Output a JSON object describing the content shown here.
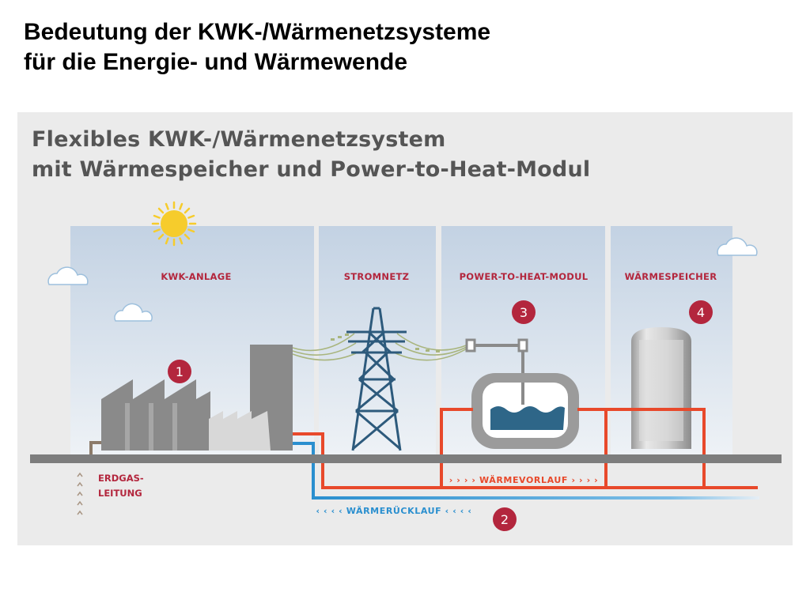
{
  "slide": {
    "title_line1": "Bedeutung der KWK-/Wärmenetzsysteme",
    "title_line2": "für die Energie- und Wärmewende"
  },
  "figure": {
    "title_line1": "Flexibles KWK-/Wärmenetzsystem",
    "title_line2": "mit Wärmespeicher und Power-to-Heat-Modul",
    "sections": [
      {
        "label": "KWK-ANLAGE"
      },
      {
        "label": "STROMNETZ"
      },
      {
        "label": "POWER-TO-HEAT-MODUL"
      },
      {
        "label": "WÄRMESPEICHER"
      }
    ],
    "markers": [
      "1",
      "2",
      "3",
      "4"
    ],
    "gas_line_label_1": "ERDGAS-",
    "gas_line_label_2": "LEITUNG",
    "flow_label": "› › › › WÄRMEVORLAUF › › › ›",
    "return_label": "‹ ‹ ‹ ‹ WÄRMERÜCKLAUF ‹ ‹ ‹ ‹",
    "colors": {
      "supply_pipe": "#e8492b",
      "return_pipe": "#2a8fcf",
      "marker": "#b3263d",
      "building": "#8a8a8a",
      "sky": "#c8d6e6"
    }
  }
}
